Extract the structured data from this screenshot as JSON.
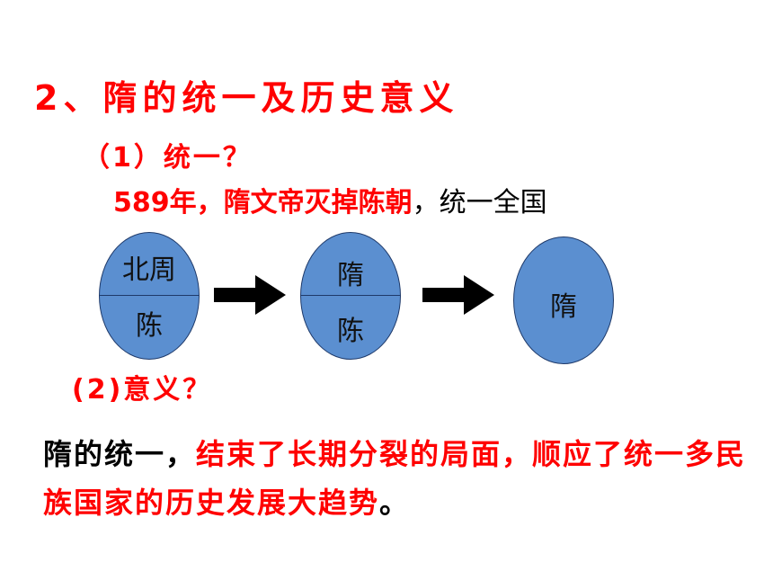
{
  "heading": {
    "title": "2、隋的统一及历史意义"
  },
  "section1": {
    "question": "（1）统一？",
    "fact_red": "589年，隋文帝灭掉陈朝",
    "fact_black": "，统一全国"
  },
  "diagram": {
    "stage1": {
      "top": "北周",
      "bottom": "陈"
    },
    "stage2": {
      "top": "隋",
      "bottom": "陈"
    },
    "stage3": {
      "label": "隋"
    }
  },
  "section2": {
    "question": "(2)意义？",
    "conclusion_black": "隋的统一，",
    "conclusion_red": "结束了长期分裂的局面，顺应了统一多民族国家的历史发展大趋势",
    "conclusion_end": "。"
  },
  "colors": {
    "accent_red": "#ff0000",
    "ellipse_fill": "#5b8fd0",
    "ellipse_border": "#1f3a6a"
  }
}
